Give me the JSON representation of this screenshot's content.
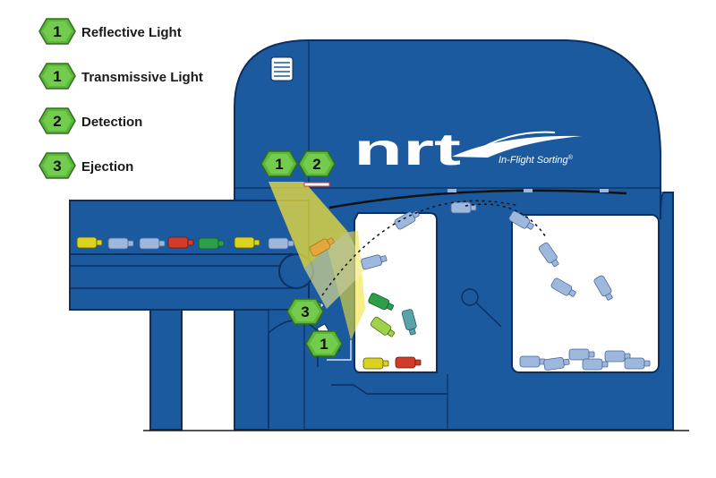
{
  "legend": [
    {
      "number": "1",
      "label": "Reflective Light"
    },
    {
      "number": "1",
      "label": "Transmissive Light"
    },
    {
      "number": "2",
      "label": "Detection"
    },
    {
      "number": "3",
      "label": "Ejection"
    }
  ],
  "callouts": {
    "reflective_marker": "1",
    "detection_marker": "2",
    "ejection_marker": "3",
    "transmissive_marker": "1"
  },
  "brand": {
    "logo_text": "nrt",
    "tagline": "In-Flight Sorting",
    "registered_mark": "®"
  },
  "colors": {
    "machine_blue": "#1c5aa0",
    "machine_outline": "#0d2f5e",
    "hex_green": "#5cb83a",
    "light_beam_yellow": "#f2e23a",
    "bottle_blue": "#9db8dc",
    "bottle_yellow": "#d9d21e",
    "bottle_green": "#2e9e4a",
    "bottle_red": "#d23a2a",
    "bottle_lightgreen": "#9fd24a",
    "bottle_teal": "#5aa3a8"
  }
}
